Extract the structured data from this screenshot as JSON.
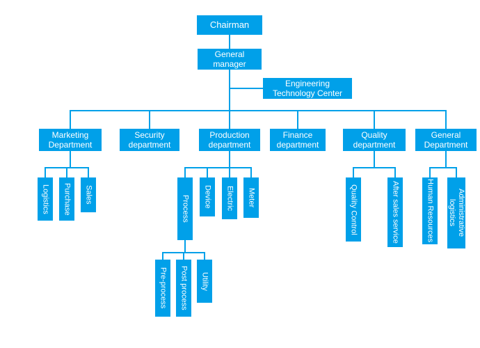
{
  "diagram": {
    "type": "org-chart",
    "background": "#ffffff",
    "accent": "#00a0e9",
    "text_color": "#ffffff",
    "nodes": {
      "chairman": {
        "label": "Chairman"
      },
      "general_manager": {
        "label": "General manager"
      },
      "engineering_technology_center": {
        "label": "Engineering Technology Center"
      },
      "marketing_department": {
        "label": "Marketing Department"
      },
      "security_department": {
        "label": "Security department"
      },
      "production_department": {
        "label": "Production department"
      },
      "finance_department": {
        "label": "Finance department"
      },
      "quality_department": {
        "label": "Quality department"
      },
      "general_department": {
        "label": "General Department"
      },
      "logistics": {
        "label": "Logistics"
      },
      "purchase": {
        "label": "Purchase"
      },
      "sales": {
        "label": "Sales"
      },
      "process": {
        "label": "Process"
      },
      "device": {
        "label": "Device"
      },
      "electric": {
        "label": "Electric"
      },
      "meter": {
        "label": "Meter"
      },
      "pre_process": {
        "label": "Pre-process"
      },
      "post_process": {
        "label": "Post process"
      },
      "utility": {
        "label": "Utility"
      },
      "quality_control": {
        "label": "Quality Control"
      },
      "after_sales_service": {
        "label": "After sales service"
      },
      "human_resources": {
        "label": "Human Resources"
      },
      "administrative_logistics": {
        "label": "Administrative logistics"
      }
    },
    "edges": [
      [
        "chairman",
        "general_manager"
      ],
      [
        "general_manager",
        "engineering_technology_center"
      ],
      [
        "general_manager",
        "marketing_department"
      ],
      [
        "general_manager",
        "security_department"
      ],
      [
        "general_manager",
        "production_department"
      ],
      [
        "general_manager",
        "finance_department"
      ],
      [
        "general_manager",
        "quality_department"
      ],
      [
        "general_manager",
        "general_department"
      ],
      [
        "marketing_department",
        "logistics"
      ],
      [
        "marketing_department",
        "purchase"
      ],
      [
        "marketing_department",
        "sales"
      ],
      [
        "production_department",
        "process"
      ],
      [
        "production_department",
        "device"
      ],
      [
        "production_department",
        "electric"
      ],
      [
        "production_department",
        "meter"
      ],
      [
        "process",
        "pre_process"
      ],
      [
        "process",
        "post_process"
      ],
      [
        "process",
        "utility"
      ],
      [
        "quality_department",
        "quality_control"
      ],
      [
        "quality_department",
        "after_sales_service"
      ],
      [
        "general_department",
        "human_resources"
      ],
      [
        "general_department",
        "administrative_logistics"
      ]
    ]
  }
}
